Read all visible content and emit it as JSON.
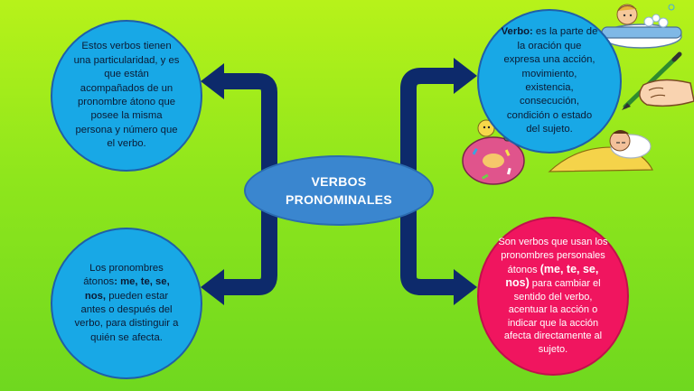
{
  "center": {
    "line1": "VERBOS",
    "line2": "PRONOMINALES"
  },
  "top_left": {
    "text": "Estos verbos tienen una particularidad, y es que están acompañados de un pronombre átono que posee la misma persona y número que el verbo."
  },
  "top_right": {
    "bold": "Verbo:",
    "text": " es la parte de la oración que expresa una acción, movimiento, existencia, consecución, condición o estado del sujeto."
  },
  "bottom_left": {
    "text1": "Los pronombres átonos",
    "bold": ": me, te, se, nos,",
    "text2": " pueden estar antes o después del verbo, para distinguir a quién se afecta."
  },
  "bottom_right": {
    "text1": "Son verbos que usan los pronombres personales átonos ",
    "bold": "(me, te, se, nos)",
    "text2": " para cambiar el sentido del verbo, acentuar la acción o indicar que la acción afecta directamente al sujeto."
  },
  "colors": {
    "background": "#8fe61c",
    "arrow": "#0d2a6b",
    "blue_bubble": "#18a8e6",
    "pink_bubble": "#f0155f",
    "center_ellipse": "#3a86cf"
  },
  "icons": [
    "child-in-bathtub-icon",
    "hand-writing-pencil-icon",
    "donut-character-icon",
    "sleeping-man-icon"
  ]
}
